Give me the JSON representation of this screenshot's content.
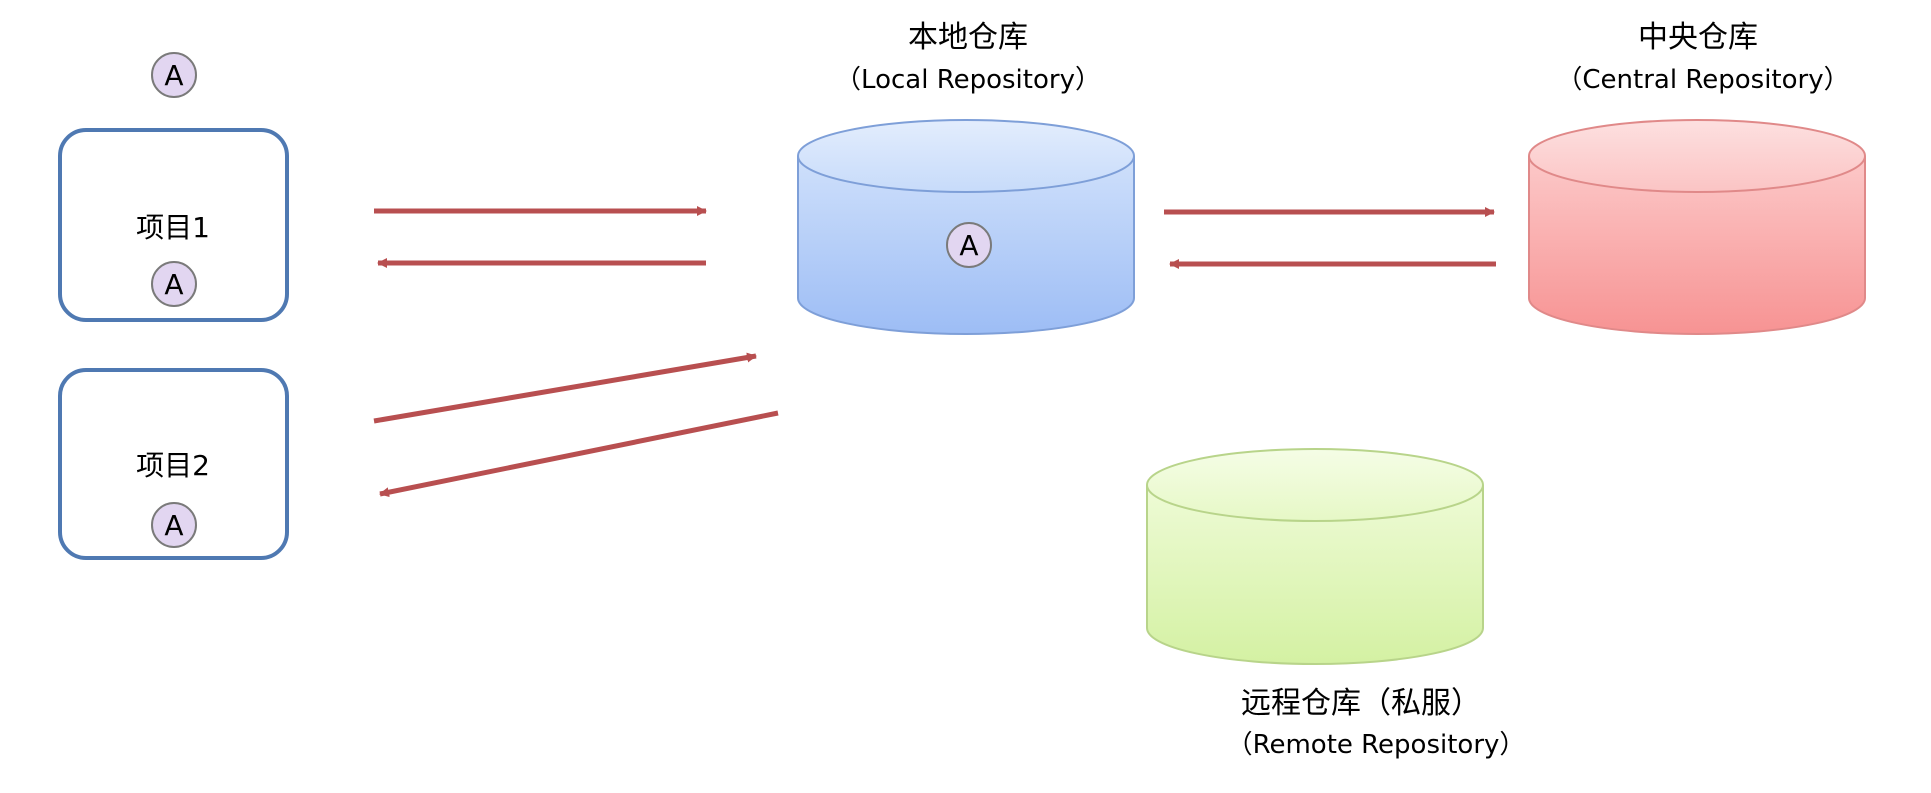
{
  "colors": {
    "arrow": "#b84f50",
    "project_border": "#4f79b2",
    "badge_fill": "#e2d6f1",
    "badge_stroke": "#7a7a7a",
    "local_repo": "#a9c6f7",
    "central_repo": "#f9a3a3",
    "remote_repo": "#ddf5b4"
  },
  "badge": {
    "letter": "A"
  },
  "projects": [
    {
      "label": "项目1"
    },
    {
      "label": "项目2"
    }
  ],
  "repositories": {
    "local": {
      "title": "本地仓库",
      "subtitle": "（Local Repository）"
    },
    "central": {
      "title": "中央仓库",
      "subtitle": "（Central Repository）"
    },
    "remote": {
      "title": "远程仓库（私服）",
      "subtitle": "（Remote Repository）"
    }
  }
}
